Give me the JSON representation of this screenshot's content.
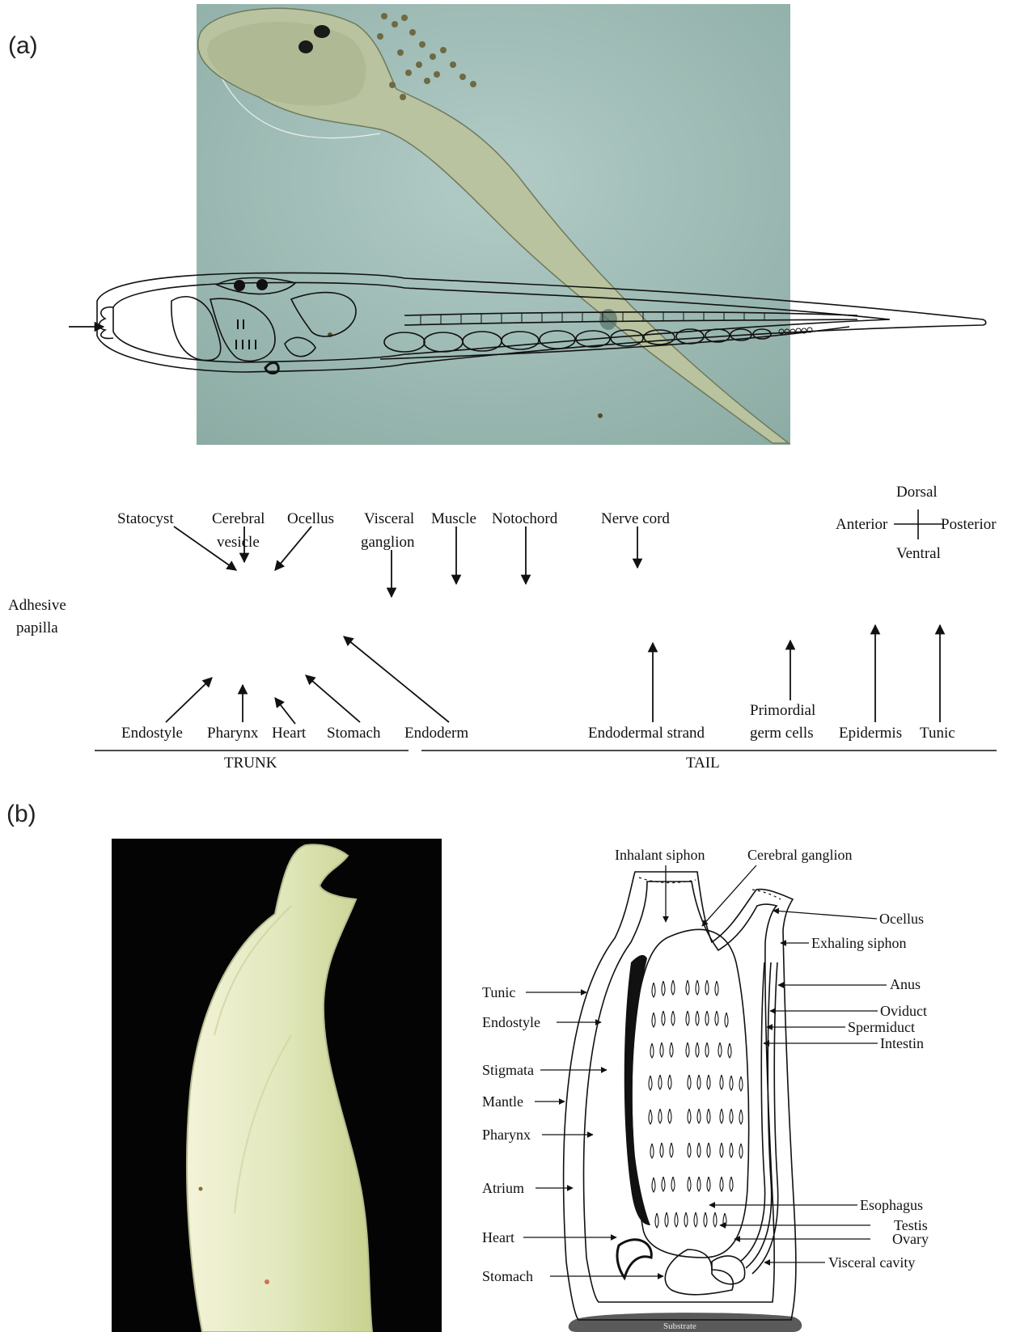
{
  "panel_a": {
    "label": "(a)",
    "diagram_labels": {
      "statocyst": "Statocyst",
      "cerebral_vesicle_1": "Cerebral",
      "cerebral_vesicle_2": "vesicle",
      "ocellus": "Ocellus",
      "visceral_ganglion_1": "Visceral",
      "visceral_ganglion_2": "ganglion",
      "muscle": "Muscle",
      "notochord": "Notochord",
      "nerve_cord": "Nerve cord",
      "adhesive_papilla_1": "Adhesive",
      "adhesive_papilla_2": "papilla",
      "endostyle": "Endostyle",
      "pharynx": "Pharynx",
      "heart": "Heart",
      "stomach": "Stomach",
      "endoderm": "Endoderm",
      "endodermal_strand": "Endodermal strand",
      "primordial_germ_cells_1": "Primordial",
      "primordial_germ_cells_2": "germ cells",
      "epidermis": "Epidermis",
      "tunic": "Tunic",
      "trunk": "TRUNK",
      "tail": "TAIL"
    },
    "orientation": {
      "dorsal": "Dorsal",
      "anterior": "Anterior",
      "posterior": "Posterior",
      "ventral": "Ventral"
    }
  },
  "panel_b": {
    "label": "(b)",
    "diagram_labels": {
      "inhalant_siphon": "Inhalant siphon",
      "cerebral_ganglion": "Cerebral ganglion",
      "ocellus": "Ocellus",
      "exhaling_siphon": "Exhaling siphon",
      "anus": "Anus",
      "oviduct": "Oviduct",
      "spermiduct": "Spermiduct",
      "intestin": "Intestin",
      "tunic": "Tunic",
      "endostyle": "Endostyle",
      "stigmata": "Stigmata",
      "mantle": "Mantle",
      "pharynx": "Pharynx",
      "atrium": "Atrium",
      "heart": "Heart",
      "stomach": "Stomach",
      "esophagus": "Esophagus",
      "testis": "Testis",
      "ovary": "Ovary",
      "visceral_cavity": "Visceral cavity",
      "substrate": "Substrate"
    }
  },
  "colors": {
    "micrograph_bg": "#9bb9b2",
    "larva_body": "#b8c4a2",
    "photo_bg": "#040404",
    "ascidian_body": "#dfe6c2",
    "substrate": "#5a5a5a"
  }
}
